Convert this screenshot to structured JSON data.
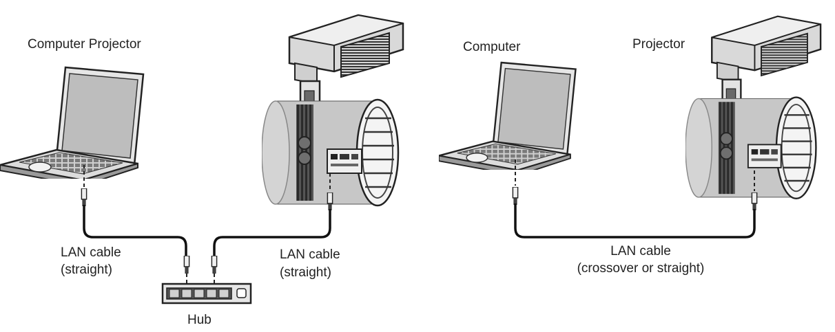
{
  "left_setup": {
    "computer_projector_label": "Computer Projector",
    "cable_left_line1": "LAN cable",
    "cable_left_line2": "(straight)",
    "cable_right_line1": "LAN cable",
    "cable_right_line2": "(straight)",
    "hub_label": "Hub"
  },
  "right_setup": {
    "computer_label": "Computer",
    "projector_label": "Projector",
    "cable_line1": "LAN cable",
    "cable_line2": "(crossover or straight)"
  }
}
